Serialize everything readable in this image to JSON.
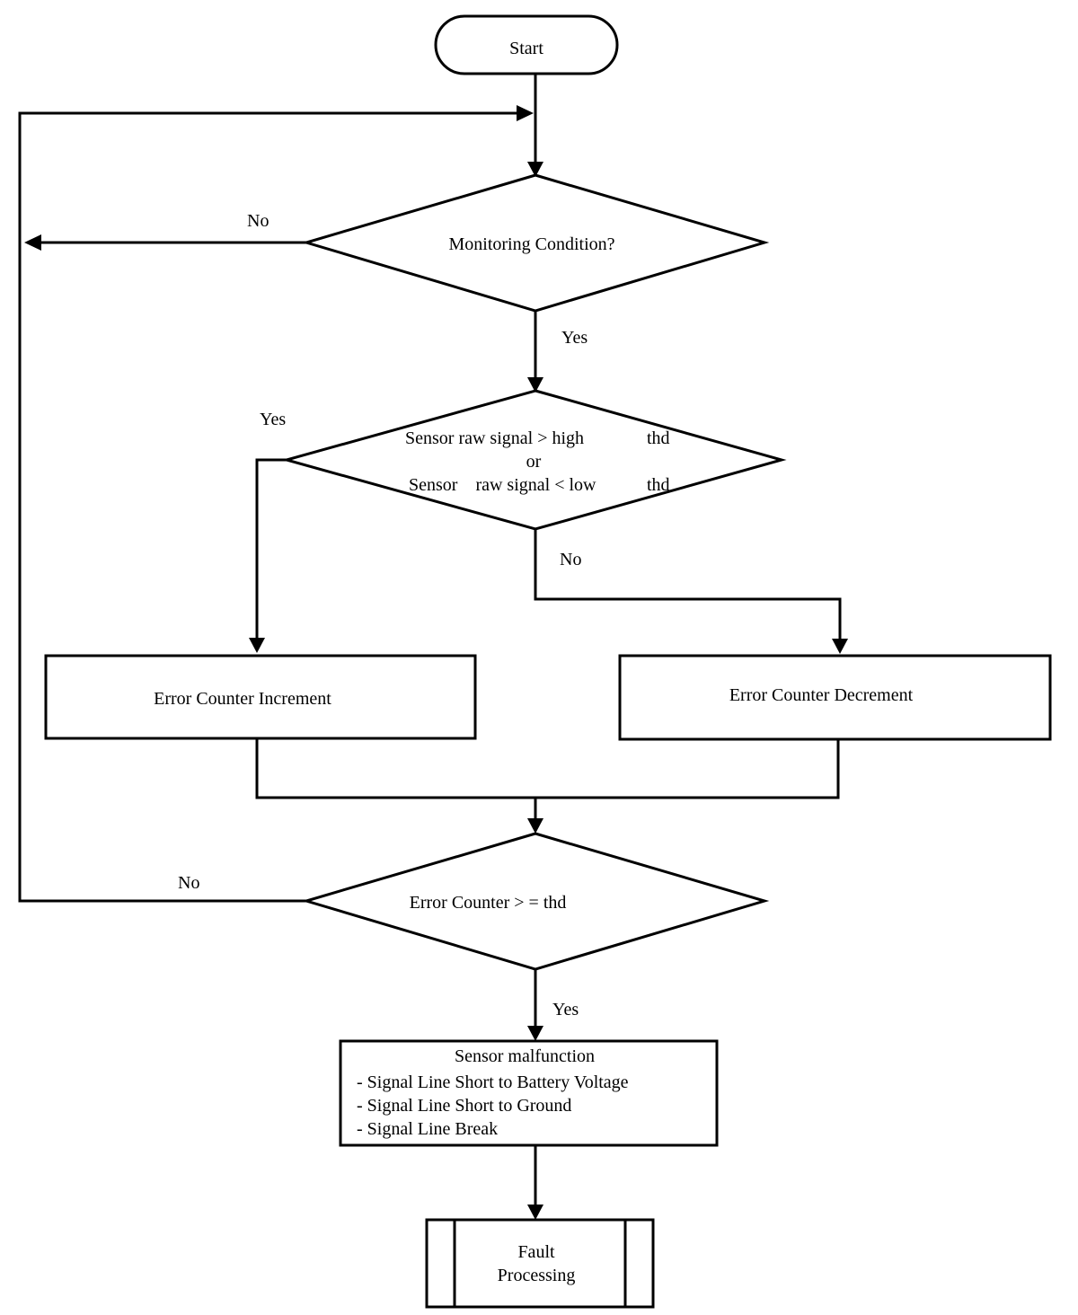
{
  "nodes": {
    "start": "Start",
    "monitoring": "Monitoring Condition?",
    "signal_check": {
      "line1": "Sensor raw signal > high",
      "line1_suffix": "thd",
      "line2": "or",
      "line3": "Sensor    raw signal < low",
      "line3_suffix": "thd"
    },
    "increment": "Error Counter Increment",
    "decrement": "Error Counter Decrement",
    "counter_check": "Error Counter > = thd",
    "malfunction": {
      "title": "Sensor malfunction",
      "items": [
        "- Signal Line Short to Battery Voltage",
        "- Signal Line Short to Ground",
        "- Signal Line Break"
      ]
    },
    "fault": {
      "line1": "Fault",
      "line2": "Processing"
    }
  },
  "edges": {
    "monitoring_no": "No",
    "monitoring_yes": "Yes",
    "signal_yes": "Yes",
    "signal_no": "No",
    "counter_no": "No",
    "counter_yes": "Yes"
  }
}
